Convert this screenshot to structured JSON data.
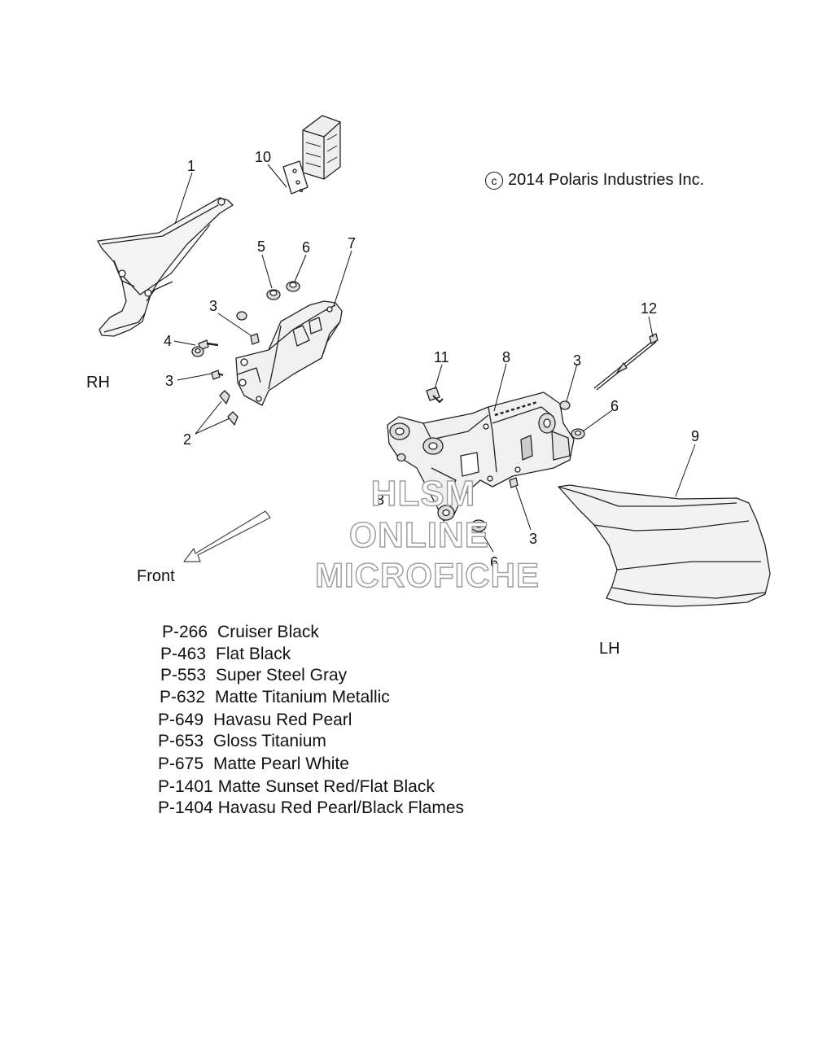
{
  "copyright": {
    "symbol": "c",
    "text": "2014 Polaris Industries Inc."
  },
  "side_labels": {
    "rh": "RH",
    "lh": "LH"
  },
  "direction_label": "Front",
  "watermark": {
    "line1": "HLSM",
    "line2": "ONLINE",
    "line3": "MICROFICHE"
  },
  "callouts": [
    {
      "id": "c1",
      "text": "1"
    },
    {
      "id": "c10",
      "text": "10"
    },
    {
      "id": "c5",
      "text": "5"
    },
    {
      "id": "c6a",
      "text": "6"
    },
    {
      "id": "c7",
      "text": "7"
    },
    {
      "id": "c3a",
      "text": "3"
    },
    {
      "id": "c4",
      "text": "4"
    },
    {
      "id": "c3b",
      "text": "3"
    },
    {
      "id": "c2",
      "text": "2"
    },
    {
      "id": "c12",
      "text": "12"
    },
    {
      "id": "c11",
      "text": "11"
    },
    {
      "id": "c8",
      "text": "8"
    },
    {
      "id": "c3c",
      "text": "3"
    },
    {
      "id": "c6b",
      "text": "6"
    },
    {
      "id": "c9",
      "text": "9"
    },
    {
      "id": "c3d",
      "text": "3"
    },
    {
      "id": "c3e",
      "text": "3"
    },
    {
      "id": "c6c",
      "text": "6"
    }
  ],
  "paint_codes": [
    {
      "code": "P-266",
      "name": "Cruiser Black"
    },
    {
      "code": "P-463",
      "name": "Flat Black"
    },
    {
      "code": "P-553",
      "name": "Super Steel Gray"
    },
    {
      "code": "P-632",
      "name": "Matte Titanium Metallic"
    },
    {
      "code": "P-649",
      "name": "Havasu Red Pearl"
    },
    {
      "code": "P-653",
      "name": "Gloss Titanium"
    },
    {
      "code": "P-675",
      "name": "Matte Pearl White"
    },
    {
      "code": "P-1401",
      "name": "Matte Sunset Red/Flat Black"
    },
    {
      "code": "P-1404",
      "name": "Havasu Red Pearl/Black Flames"
    }
  ]
}
